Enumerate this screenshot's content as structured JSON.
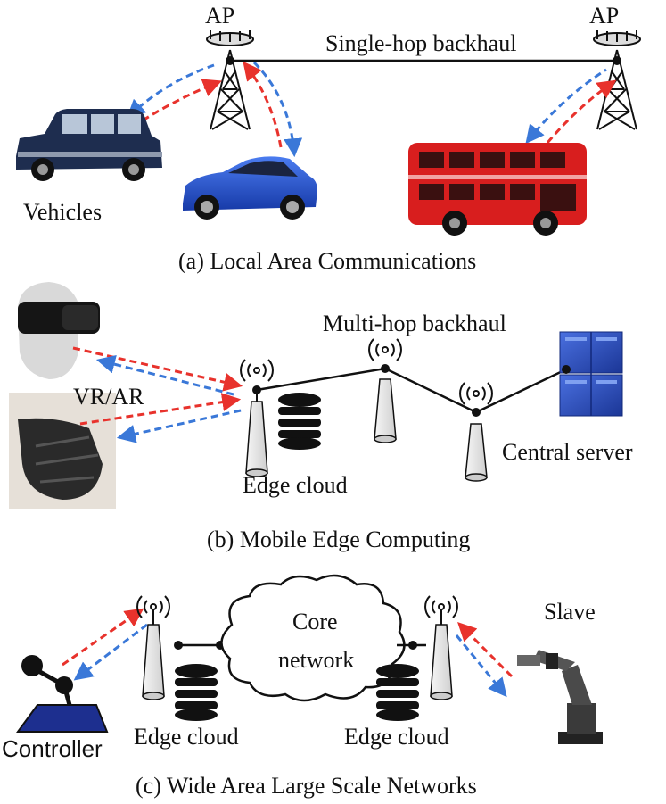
{
  "section_a": {
    "ap_left_label": "AP",
    "ap_right_label": "AP",
    "backhaul_label": "Single-hop backhaul",
    "vehicles_label": "Vehicles",
    "caption": "(a) Local Area Communications"
  },
  "section_b": {
    "backhaul_label": "Multi-hop backhaul",
    "vr_label": "VR/AR",
    "edge_label": "Edge cloud",
    "server_label": "Central server",
    "caption": "(b) Mobile Edge Computing"
  },
  "section_c": {
    "core_label_1": "Core",
    "core_label_2": "network",
    "slave_label": "Slave",
    "controller_label": "Controller",
    "edge_left_label": "Edge cloud",
    "edge_right_label": "Edge cloud",
    "caption": "(c) Wide Area Large Scale Networks"
  },
  "colors": {
    "uplink": "#e8322c",
    "downlink": "#3a78d8",
    "car_blue": "#1f4fc4",
    "taxi": "#1e2d4f",
    "bus_red": "#d81e1e",
    "server_blue": "#2b4fc0",
    "robot_dark": "#3a3a3a",
    "controller_base": "#1d2f8f"
  }
}
